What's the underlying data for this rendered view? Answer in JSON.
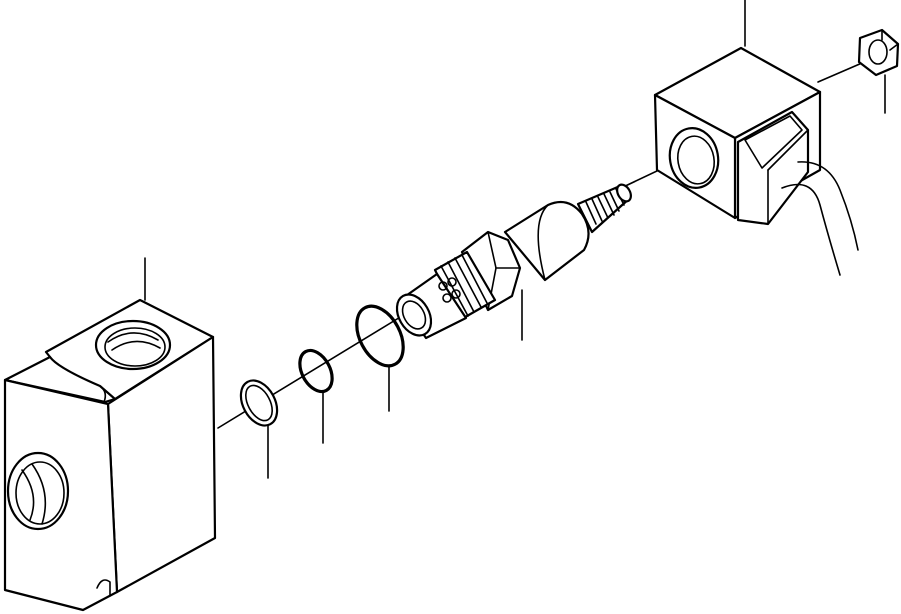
{
  "figure": {
    "kind": "exploded parts view",
    "parts": [
      {
        "id": "valve-block",
        "icon": "block-icon"
      },
      {
        "id": "backup-ring",
        "icon": "ring-icon"
      },
      {
        "id": "o-ring-small",
        "icon": "o-ring-icon"
      },
      {
        "id": "o-ring-large",
        "icon": "o-ring-icon"
      },
      {
        "id": "solenoid-cartridge-valve",
        "icon": "cartridge-icon"
      },
      {
        "id": "solenoid-coil",
        "icon": "coil-icon"
      },
      {
        "id": "hex-nut",
        "icon": "nut-icon"
      }
    ],
    "line_color": "#000000",
    "background": "#ffffff"
  }
}
